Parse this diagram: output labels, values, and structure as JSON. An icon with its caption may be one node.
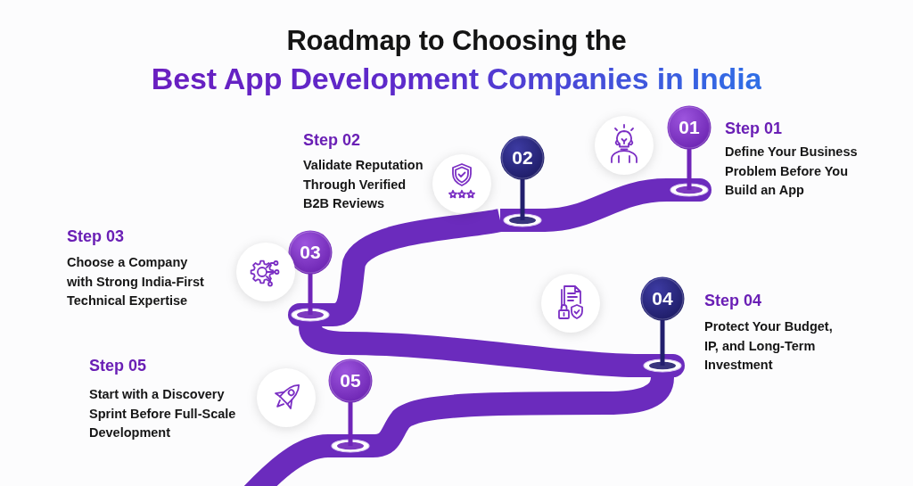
{
  "diagram": {
    "title": "Roadmap to Choosing the Best App Development Companies in India",
    "nodes": [
      {
        "text": [
          "01"
        ],
        "beside": [
          "Step 01",
          "Define Your Business Problem Before You Build an App"
        ]
      },
      {
        "text": [
          "02"
        ],
        "beside": [
          "Step 02",
          "Validate Reputation Through Verified B2B Reviews"
        ]
      },
      {
        "text": [
          "03"
        ],
        "beside": [
          "Step 03",
          "Choose a Company with Strong India-First Technical Expertise"
        ]
      },
      {
        "text": [
          "04"
        ],
        "beside": [
          "Step 04",
          "Protect Your Budget, IP, and Long-Term Investment"
        ]
      },
      {
        "text": [
          "05"
        ],
        "beside": [
          "Step 05",
          "Start with a Discovery Sprint Before Full-Scale Development"
        ]
      }
    ],
    "edges": [
      {
        "from": 0,
        "to": 1,
        "arrow": "none"
      },
      {
        "from": 1,
        "to": 2,
        "arrow": "none"
      },
      {
        "from": 2,
        "to": 3,
        "arrow": "none"
      },
      {
        "from": 3,
        "to": 4,
        "arrow": "none"
      },
      {
        "from": 4,
        "to": null,
        "arrow": "none"
      }
    ]
  }
}
